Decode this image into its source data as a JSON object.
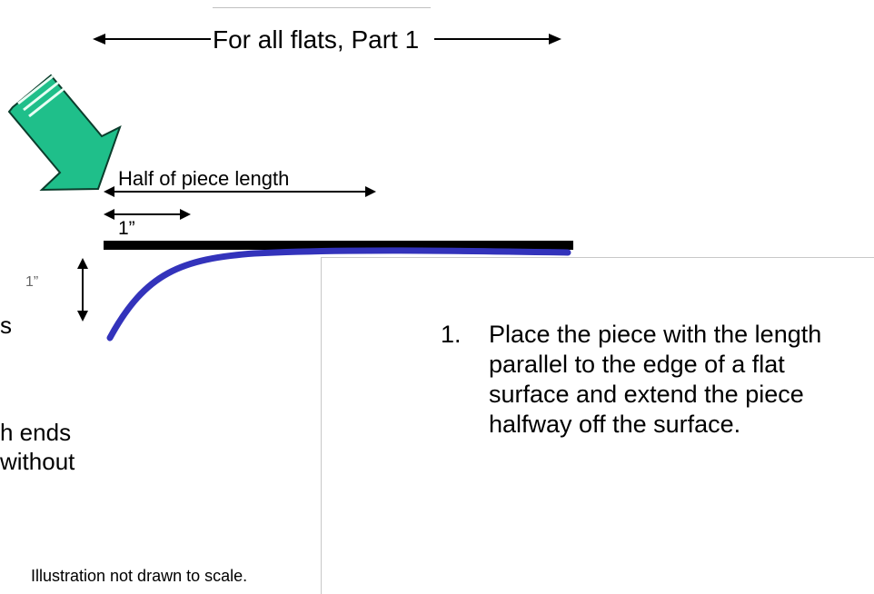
{
  "title": "For all flats, Part 1",
  "labels": {
    "half_length": "Half of piece length",
    "one_inch": "1”",
    "partial_inch": "1”",
    "partial_s": "s",
    "partial_ends": "h ends",
    "partial_without": "without"
  },
  "step": {
    "number": "1.",
    "text": "Place the piece with the length parallel to the edge of a flat surface and extend the piece halfway off the surface."
  },
  "note": "Illustration not drawn to scale.",
  "colors": {
    "arrow_fill": "#1fbf8a",
    "arrow_stroke": "#0b3d2c",
    "curve": "#3333bb",
    "surface": "#000000"
  },
  "icons": [
    "down-right-arrow-icon"
  ]
}
